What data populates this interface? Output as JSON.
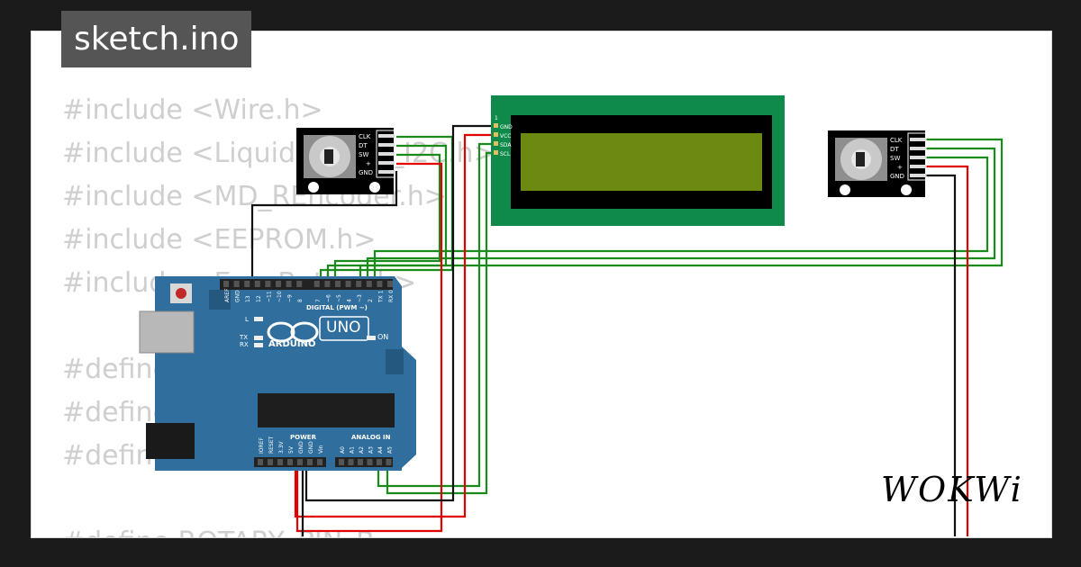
{
  "title": "sketch.ino",
  "code_lines": [
    "#include <Wire.h>",
    "#include <LiquidCrystal_I2C.h>",
    "#include <MD_REncoder.h>",
    "#include <EEPROM.h>",
    "#include <EasyButton.h>",
    "",
    "#define",
    "#define",
    "#define",
    "",
    "#define ROTARY_PIN_B"
  ],
  "brand": "WOKWi",
  "encoder_pins": [
    "CLK",
    "DT",
    "SW",
    "+",
    "GND"
  ],
  "lcd_pins": [
    "GND",
    "VCC",
    "SDA",
    "SCL"
  ],
  "lcd_pin1": "1",
  "arduino": {
    "logo": "ARDUINO",
    "model": "UNO",
    "on_label": "ON",
    "digital_label": "DIGITAL (PWM ~)",
    "power_label": "POWER",
    "analog_label": "ANALOG IN",
    "led_l": "L",
    "led_tx": "TX",
    "led_rx": "RX",
    "top_pins": [
      "AREF",
      "GND",
      "13",
      "12",
      "~11",
      "~10",
      "~9",
      "8",
      "7",
      "~6",
      "~5",
      "4",
      "~3",
      "2",
      "TX 1",
      "RX 0"
    ],
    "power_pins": [
      "IOREF",
      "RESET",
      "3.3V",
      "5V",
      "GND",
      "GND",
      "Vin"
    ],
    "analog_pins": [
      "A0",
      "A1",
      "A2",
      "A3",
      "A4",
      "A5"
    ]
  },
  "colors": {
    "background": "#1b1b1b",
    "canvas": "#ffffff",
    "board": "#2f6e9d",
    "lcd_pcb": "#0f8a4a",
    "lcd_screen": "#6c8a12",
    "wire_green": "#1a8a1a",
    "wire_red": "#e00000",
    "wire_black": "#111111"
  }
}
